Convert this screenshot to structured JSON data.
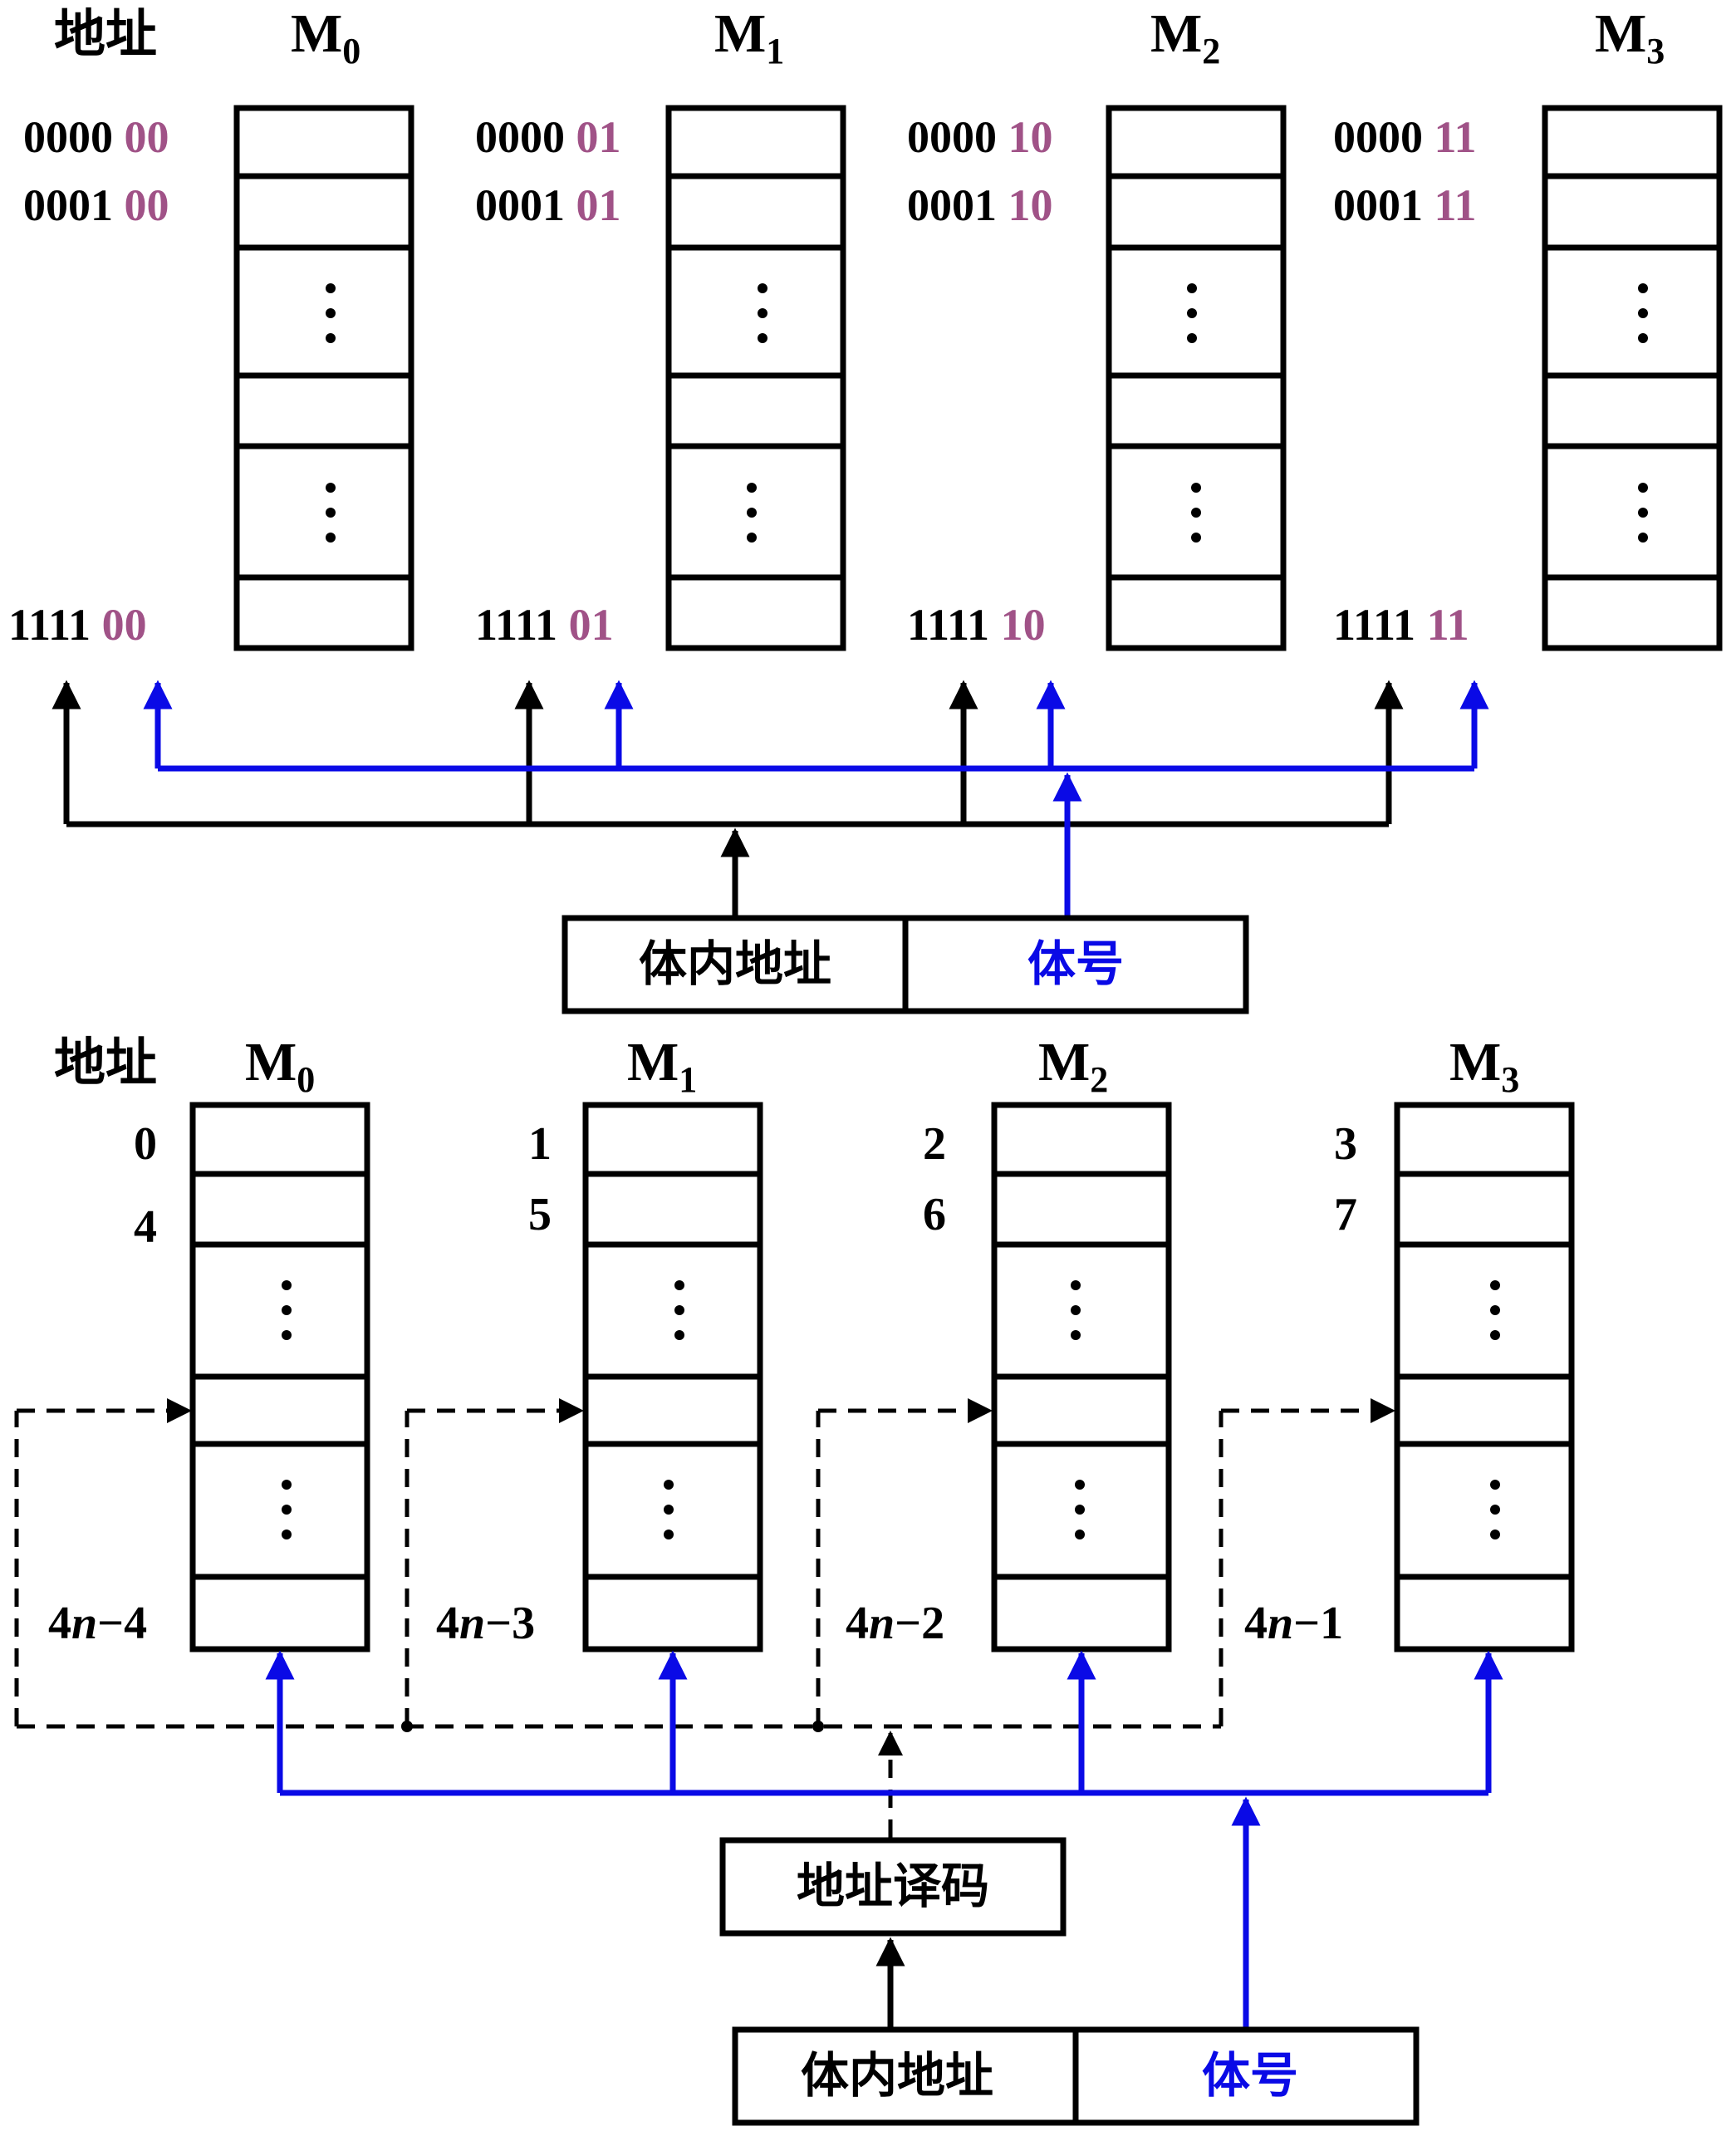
{
  "colors": {
    "bank_bits": "#a05287",
    "bank_signal": "#0a0ae6",
    "lines": "#000000"
  },
  "top": {
    "addr_heading": "地址",
    "modules": [
      {
        "name": "M",
        "sub": "0",
        "addr_first_high": "0000",
        "addr_second_high": "0001",
        "addr_last_high": "1111",
        "bank_bits": "00"
      },
      {
        "name": "M",
        "sub": "1",
        "addr_first_high": "0000",
        "addr_second_high": "0001",
        "addr_last_high": "1111",
        "bank_bits": "01"
      },
      {
        "name": "M",
        "sub": "2",
        "addr_first_high": "0000",
        "addr_second_high": "0001",
        "addr_last_high": "1111",
        "bank_bits": "10"
      },
      {
        "name": "M",
        "sub": "3",
        "addr_first_high": "0000",
        "addr_second_high": "0001",
        "addr_last_high": "1111",
        "bank_bits": "11"
      }
    ],
    "register": {
      "inner_addr": "体内地址",
      "bank_no": "体号"
    }
  },
  "bottom": {
    "addr_heading": "地址",
    "modules": [
      {
        "name": "M",
        "sub": "0",
        "addr0": "0",
        "addr1": "4",
        "last_prefix": "4",
        "last_var": "n",
        "last_suffix": "−4"
      },
      {
        "name": "M",
        "sub": "1",
        "addr0": "1",
        "addr1": "5",
        "last_prefix": "4",
        "last_var": "n",
        "last_suffix": "−3"
      },
      {
        "name": "M",
        "sub": "2",
        "addr0": "2",
        "addr1": "6",
        "last_prefix": "4",
        "last_var": "n",
        "last_suffix": "−2"
      },
      {
        "name": "M",
        "sub": "3",
        "addr0": "3",
        "addr1": "7",
        "last_prefix": "4",
        "last_var": "n",
        "last_suffix": "−1"
      }
    ],
    "decoder": "地址译码",
    "register": {
      "inner_addr": "体内地址",
      "bank_no": "体号"
    }
  }
}
